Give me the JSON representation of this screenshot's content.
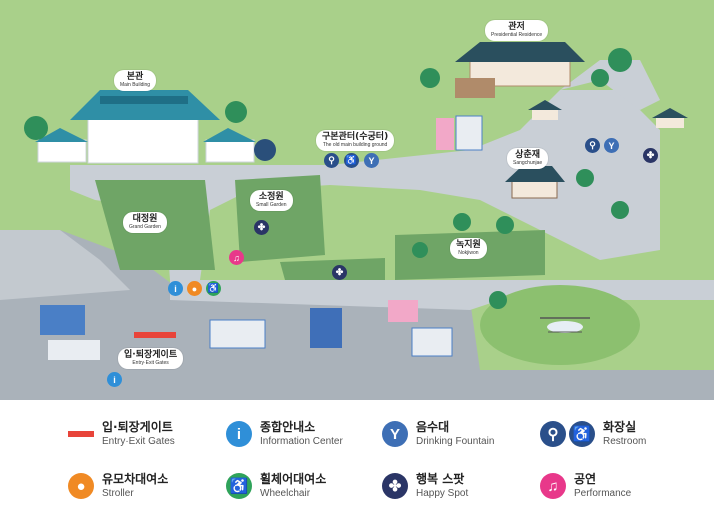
{
  "map": {
    "labels": {
      "main_building": {
        "ko": "본관",
        "en": "Main Building"
      },
      "residence": {
        "ko": "관저",
        "en": "Presidential Residence"
      },
      "old_site": {
        "ko": "구본관터(수궁터)",
        "en": "The old main building ground"
      },
      "sangchunjae": {
        "ko": "상춘재",
        "en": "Sangchunjae"
      },
      "grand_garden": {
        "ko": "대정원",
        "en": "Grand Garden"
      },
      "small_garden": {
        "ko": "소정원",
        "en": "Small Garden"
      },
      "nokjiwon": {
        "ko": "녹지원",
        "en": "Nokjiwon"
      },
      "entry_gates": {
        "ko": "입·퇴장게이트",
        "en": "Entry·Exit Gates"
      }
    },
    "colors": {
      "grass": "#a9d08a",
      "garden": "#6fa566",
      "road": "#c9cfd6",
      "grey_land": "#aab2ba"
    }
  },
  "legend": {
    "items": [
      {
        "ko": "입·퇴장게이트",
        "en": "Entry·Exit Gates",
        "icon": "gate-bar-icon",
        "color": "#e8443a"
      },
      {
        "ko": "종합안내소",
        "en": "Information Center",
        "icon": "info-icon",
        "color": "#2f8fd8",
        "glyph": "i"
      },
      {
        "ko": "음수대",
        "en": "Drinking Fountain",
        "icon": "drinking-fountain-icon",
        "color": "#3e6fb5",
        "glyph": "Y"
      },
      {
        "ko": "화장실",
        "en": "Restroom",
        "icon": "restroom-icon",
        "color": "#2a4f8a"
      },
      {
        "ko": "유모차대여소",
        "en": "Stroller",
        "icon": "stroller-icon",
        "color": "#f08a24"
      },
      {
        "ko": "휠체어대여소",
        "en": "Wheelchair",
        "icon": "wheelchair-icon",
        "color": "#2fa35a",
        "glyph": "♿"
      },
      {
        "ko": "행복 스팟",
        "en": "Happy Spot",
        "icon": "happy-spot-icon",
        "color": "#2a3566",
        "glyph": "✤"
      },
      {
        "ko": "공연",
        "en": "Performance",
        "icon": "performance-icon",
        "color": "#e8388a",
        "glyph": "♫"
      }
    ]
  }
}
